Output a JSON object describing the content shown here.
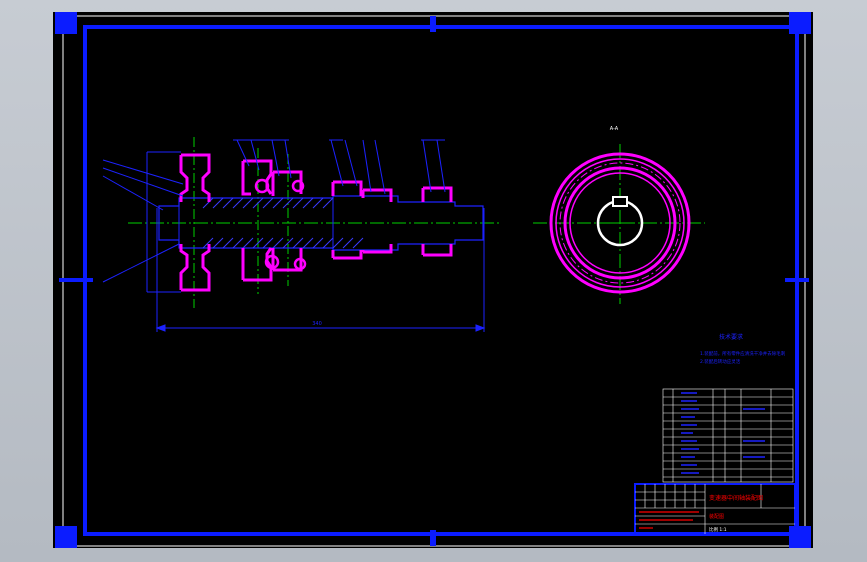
{
  "app": {
    "background": "#b9bec5",
    "canvas_color": "#000000"
  },
  "colors": {
    "frame": "#0b1cff",
    "part_outline": "#ff00ff",
    "hidden_lines": "#1c22ff",
    "center_lines": "#00d000",
    "bore": "#ffffff",
    "hatch": "#3a3aff",
    "title_red": "#ff0000"
  },
  "drawing": {
    "section_label": "A-A",
    "overall_dimension": "340",
    "notes_title": "技术要求",
    "notes_lines": [
      "1.装配前，所有零件应清洗干净并去除毛刺",
      "2.装配后转动应灵活"
    ],
    "title_block": {
      "title": "变速器中间轴装配图",
      "subtitle": "装配图",
      "scale_text": "比例 1:1"
    }
  }
}
